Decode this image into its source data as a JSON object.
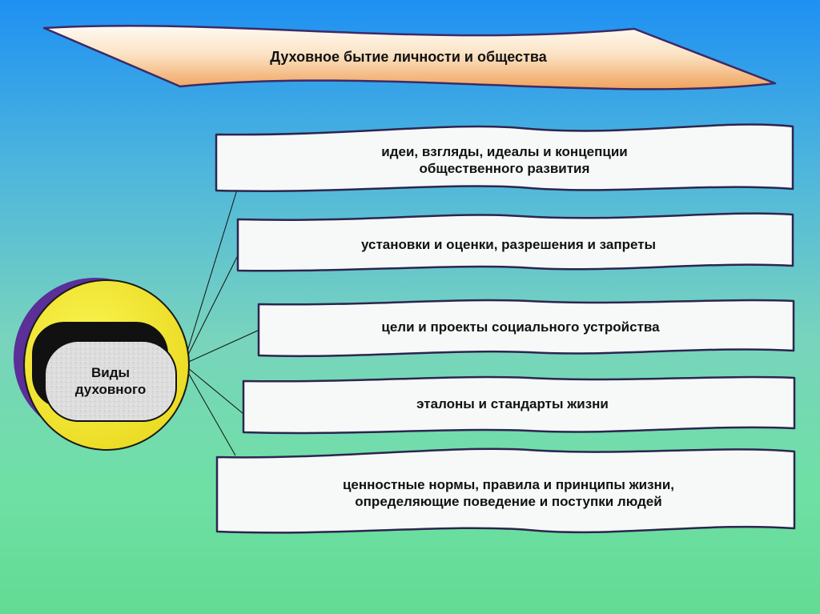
{
  "title": "Духовное бытие личности и общества",
  "hub": {
    "line1": "Виды",
    "line2": "духовного"
  },
  "items": [
    {
      "line1": "идеи, взгляды, идеалы и концепции",
      "line2": "общественного развития"
    },
    {
      "line1": "установки и оценки, разрешения и запреты",
      "line2": ""
    },
    {
      "line1": "цели и проекты социального устройства",
      "line2": ""
    },
    {
      "line1": "эталоны и стандарты жизни",
      "line2": ""
    },
    {
      "line1": "ценностные нормы, правила и принципы жизни,",
      "line2": "определяющие  поведение и поступки людей"
    }
  ],
  "colors": {
    "banner_top": "#fffaf2",
    "banner_bottom": "#f2a660",
    "card_fill": "#f7f9f8",
    "hub_ring": "#f0ea2e",
    "hub_side": "#5a2f97",
    "hub_inner": "#d9d9d9"
  }
}
